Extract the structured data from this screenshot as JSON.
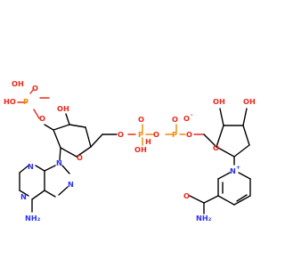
{
  "colors": {
    "oxygen": "#e8291c",
    "nitrogen": "#2c32f0",
    "phosphorus": "#f08a00",
    "carbon": "#000000"
  },
  "labels": {
    "p_left": "P",
    "p_mid": "P",
    "p_right": "P",
    "o": "O",
    "oh": "OH",
    "ho": "HO",
    "h_mid": "H",
    "o_minus": "O",
    "minus": "-",
    "n": "N",
    "nh2": "NH₂",
    "n_plus": "N",
    "plus": "+"
  }
}
